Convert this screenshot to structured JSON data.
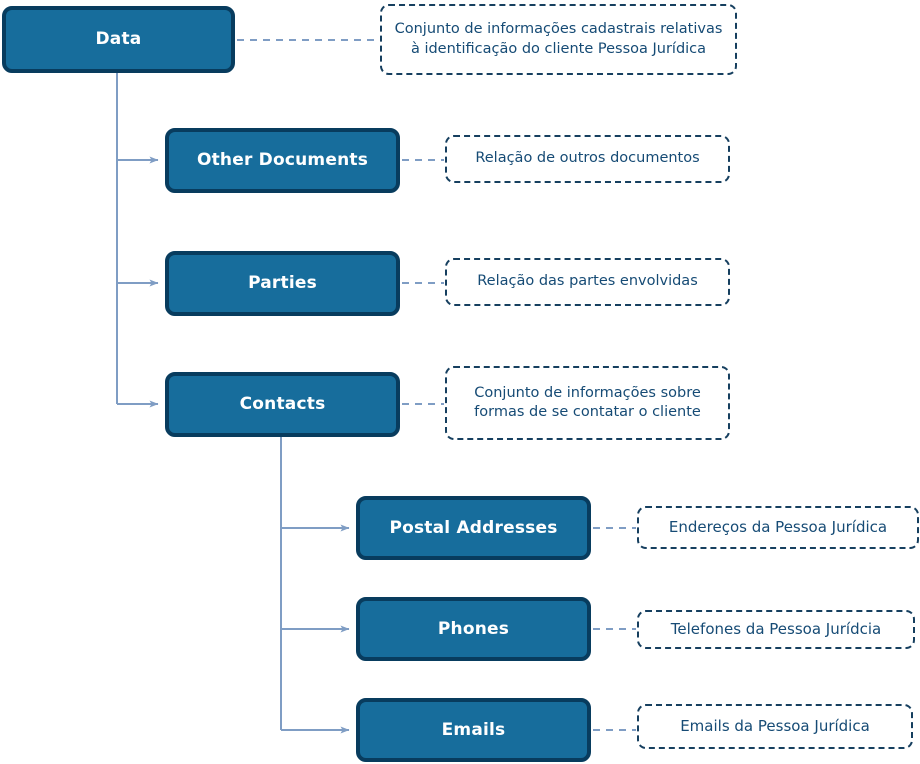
{
  "diagram": {
    "title": "Data structure hierarchy",
    "colors": {
      "node_fill": "#176d9c",
      "node_border": "#083c5e",
      "node_text": "#ffffff",
      "note_border": "#163f5f",
      "note_text": "#164b75",
      "connector": "#7f9dc4",
      "background": "#ffffff"
    },
    "nodes": [
      {
        "id": "data",
        "label": "Data",
        "level": 0
      },
      {
        "id": "other-documents",
        "label": "Other Documents",
        "level": 1
      },
      {
        "id": "parties",
        "label": "Parties",
        "level": 1
      },
      {
        "id": "contacts",
        "label": "Contacts",
        "level": 1
      },
      {
        "id": "postal-addresses",
        "label": "Postal Addresses",
        "level": 2
      },
      {
        "id": "phones",
        "label": "Phones",
        "level": 2
      },
      {
        "id": "emails",
        "label": "Emails",
        "level": 2
      }
    ],
    "notes": [
      {
        "id": "note-data",
        "for": "data",
        "text": "Conjunto de informações cadastrais relativas à identificação do cliente Pessoa Jurídica"
      },
      {
        "id": "note-other-documents",
        "for": "other-documents",
        "text": "Relação de outros documentos"
      },
      {
        "id": "note-parties",
        "for": "parties",
        "text": "Relação das partes envolvidas"
      },
      {
        "id": "note-contacts",
        "for": "contacts",
        "text": "Conjunto de informações sobre formas de se contatar o cliente"
      },
      {
        "id": "note-postal-addresses",
        "for": "postal-addresses",
        "text": "Endereços da Pessoa Jurídica"
      },
      {
        "id": "note-phones",
        "for": "phones",
        "text": "Telefones da Pessoa Jurídcia"
      },
      {
        "id": "note-emails",
        "for": "emails",
        "text": "Emails da Pessoa Jurídica"
      }
    ]
  }
}
